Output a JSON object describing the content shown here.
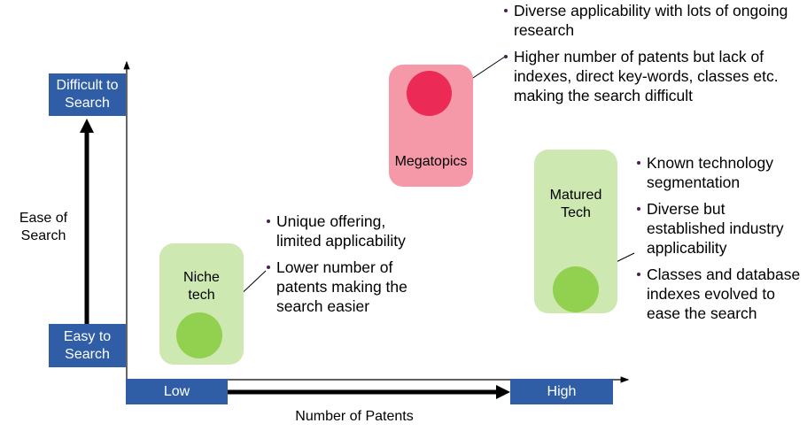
{
  "y_axis": {
    "title": "Ease of Search",
    "top_label": "Difficult to Search",
    "bottom_label": "Easy to Search"
  },
  "x_axis": {
    "title": "Number of Patents",
    "left_label": "Low",
    "right_label": "High"
  },
  "colors": {
    "axis_box": "#2f5ea6",
    "green_cluster": "#cde8b0",
    "green_dot": "#92d050",
    "pink_cluster": "#f598a8",
    "red_dot": "#eb2a55",
    "bullet": "#4b1f52"
  },
  "clusters": [
    {
      "name": "Megatopics",
      "bullets": [
        "Diverse applicability with lots of ongoing research",
        "Higher number of patents but lack of indexes, direct key-words, classes etc. making the search difficult"
      ]
    },
    {
      "name": "Matured Tech",
      "bullets": [
        "Known technology segmentation",
        "Diverse but established industry applicability",
        "Classes and database indexes evolved to ease the search"
      ]
    },
    {
      "name": "Niche tech",
      "bullets": [
        "Unique offering, limited applicability",
        "Lower number of patents making the search easier"
      ]
    }
  ]
}
